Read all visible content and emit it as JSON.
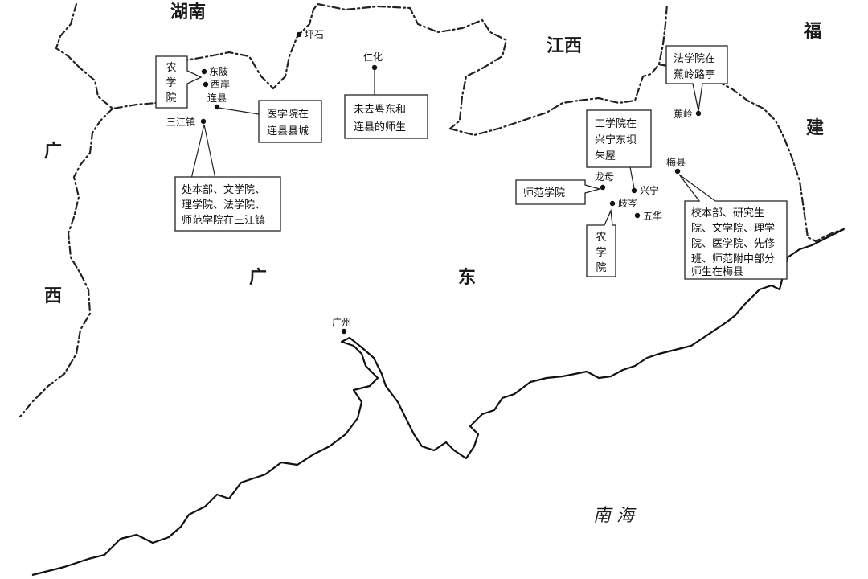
{
  "regions": {
    "hunan": "湖南",
    "jiangxi": "江西",
    "fujian_1": "福",
    "fujian_2": "建",
    "guangxi_1": "广",
    "guangxi_2": "西",
    "guangdong_1": "广",
    "guangdong_2": "东",
    "south_sea": "南  海"
  },
  "places": {
    "pingshi": "坪石",
    "renhua": "仁化",
    "dongpo": "东陂",
    "xian": "西岸",
    "lianxian": "连县",
    "sanjiangzhen": "三江镇",
    "longmu": "龙母",
    "xingning": "兴宁",
    "qicen": "歧岑",
    "wuhua": "五华",
    "meixian": "梅县",
    "jiaoling": "蕉岭",
    "guangzhou": "广州"
  },
  "callouts": {
    "nongxueyuan_lian": [
      "农",
      "学",
      "院"
    ],
    "yixueyuan": [
      "医学院在",
      "连县县城"
    ],
    "weiqu": [
      "未去粤东和",
      "连县的师生"
    ],
    "sanjiang": [
      "处本部、文学院、",
      "理学院、法学院、",
      "师范学院在三江镇"
    ],
    "gongxueyuan": [
      "工学院在",
      "兴宁东坝",
      "朱屋"
    ],
    "shifan": "师范学院",
    "nongxueyuan_qi": [
      "农",
      "学",
      "院"
    ],
    "faxueyuan": [
      "法学院在",
      "蕉岭路亭"
    ],
    "meixian_main": [
      "校本部、研究生",
      "院、文学院、理学",
      "院、医学院、先修",
      "班、师范附中部分",
      "师生在梅县"
    ]
  }
}
